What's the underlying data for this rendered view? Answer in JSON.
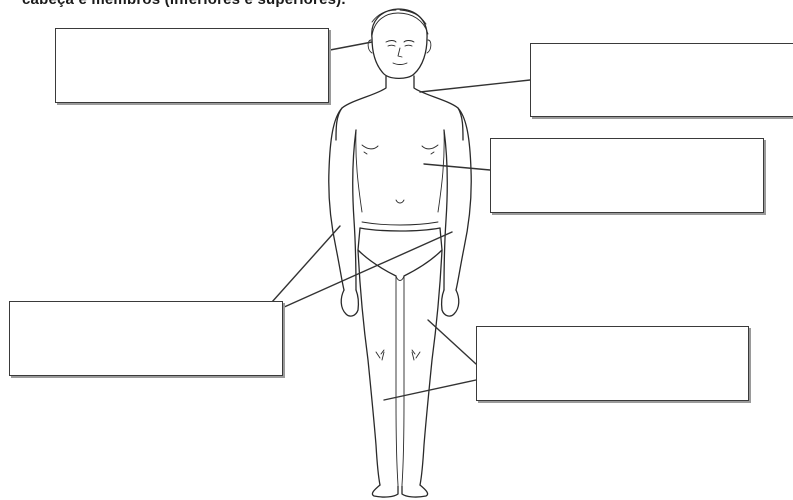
{
  "worksheet": {
    "heading": "cabeça e membros (inferiores e superiores)."
  },
  "labels": [
    {
      "id": "label-box-head",
      "text": ""
    },
    {
      "id": "label-box-neck",
      "text": ""
    },
    {
      "id": "label-box-chest",
      "text": ""
    },
    {
      "id": "label-box-upper-limbs",
      "text": ""
    },
    {
      "id": "label-box-lower-limbs",
      "text": ""
    }
  ]
}
